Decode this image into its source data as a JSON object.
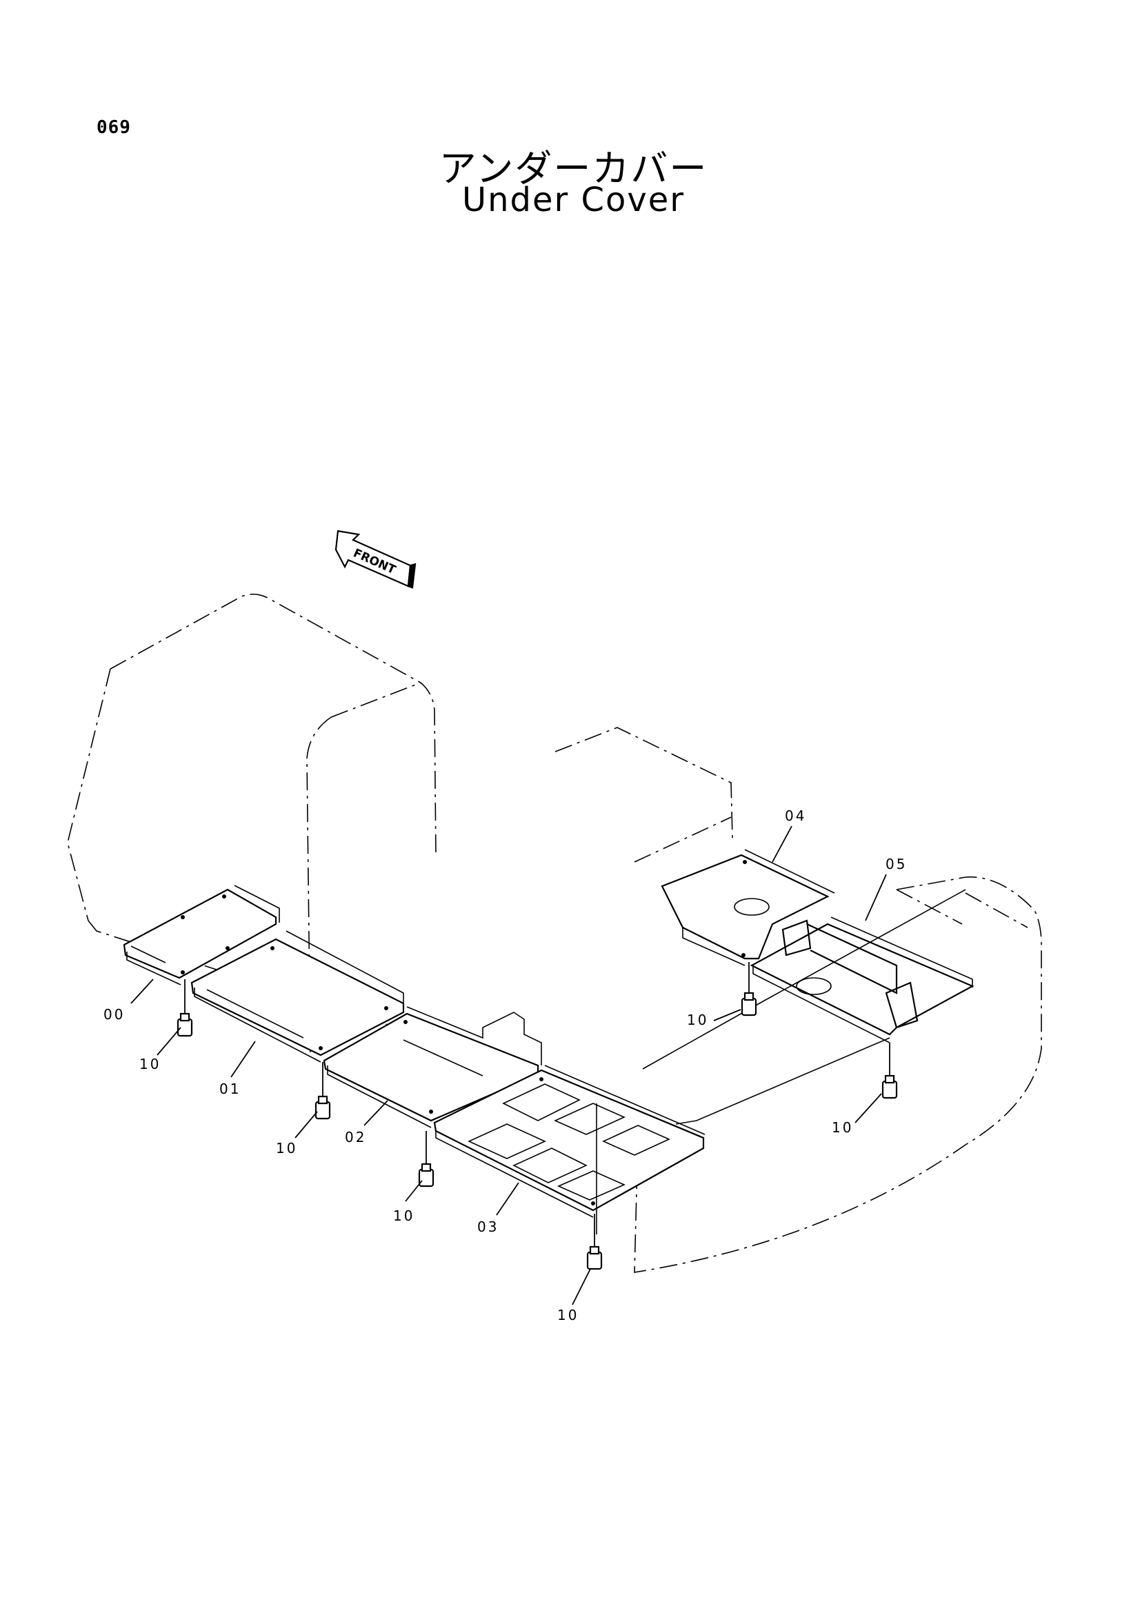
{
  "page_number": "069",
  "title_jp": "アンダーカバー",
  "title_en": "Under Cover",
  "front_label": "FRONT",
  "callouts": {
    "c00": "00",
    "c01": "01",
    "c02": "02",
    "c03": "03",
    "c04": "04",
    "c05": "05",
    "c10a": "10",
    "c10b": "10",
    "c10c": "10",
    "c10d": "10",
    "c10e": "10",
    "c10f": "10"
  }
}
